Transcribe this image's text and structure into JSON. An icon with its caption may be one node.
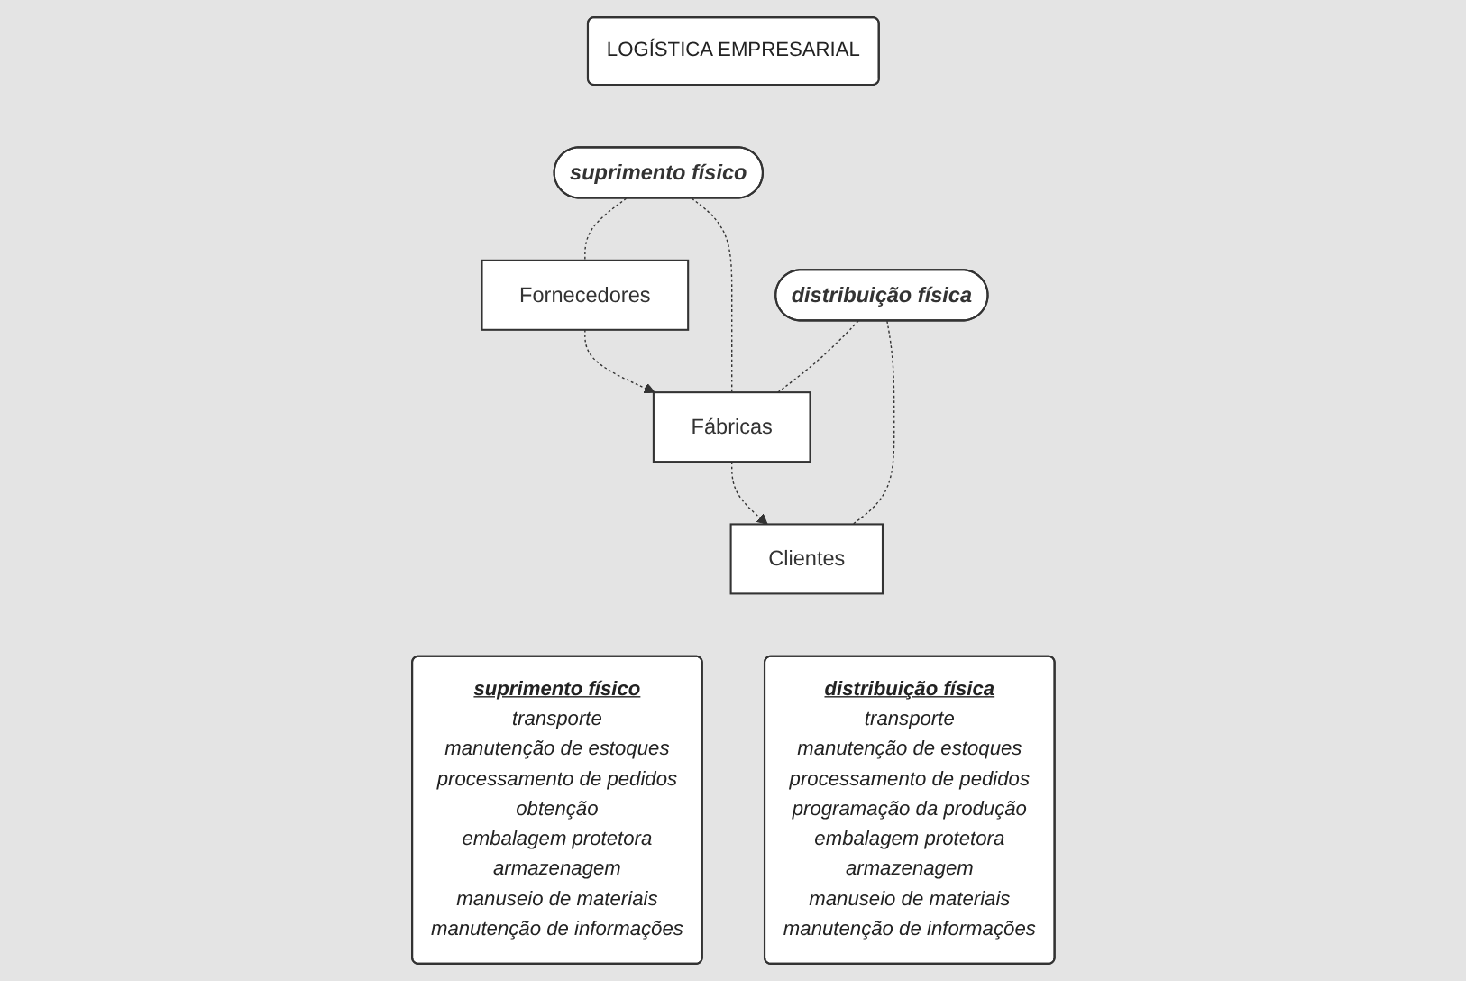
{
  "diagram": {
    "nodes": [
      {
        "text": [
          "LOGÍSTICA EMPRESARIAL"
        ]
      },
      {
        "text": [
          "suprimento físico"
        ]
      },
      {
        "text": [
          "distribuição física"
        ]
      },
      {
        "text": [
          "Fornecedores"
        ]
      },
      {
        "text": [
          "Fábricas"
        ]
      },
      {
        "text": [
          "Clientes"
        ]
      },
      {
        "text": [
          "suprimento físico",
          "transporte",
          "manutenção de estoques",
          "processamento de pedidos",
          "obtenção",
          "embalagem protetora",
          "armazenagem",
          "manuseio de materiais",
          "manutenção de informações"
        ]
      },
      {
        "text": [
          "distribuição física",
          "transporte",
          "manutenção de estoques",
          "processamento de pedidos",
          "programação da produção",
          "embalagem protetora",
          "armazenagem",
          "manuseio de materiais",
          "manutenção de informações"
        ]
      }
    ],
    "edges": [
      {
        "from": 1,
        "to": 3,
        "arrow": "none",
        "style": "dashed"
      },
      {
        "from": 1,
        "to": 4,
        "arrow": "none",
        "style": "dashed"
      },
      {
        "from": 2,
        "to": 4,
        "arrow": "none",
        "style": "dashed"
      },
      {
        "from": 2,
        "to": 5,
        "arrow": "none",
        "style": "dashed"
      },
      {
        "from": 3,
        "to": 4,
        "arrow": "to",
        "style": "dashed"
      },
      {
        "from": 4,
        "to": 5,
        "arrow": "to",
        "style": "dashed"
      }
    ]
  }
}
